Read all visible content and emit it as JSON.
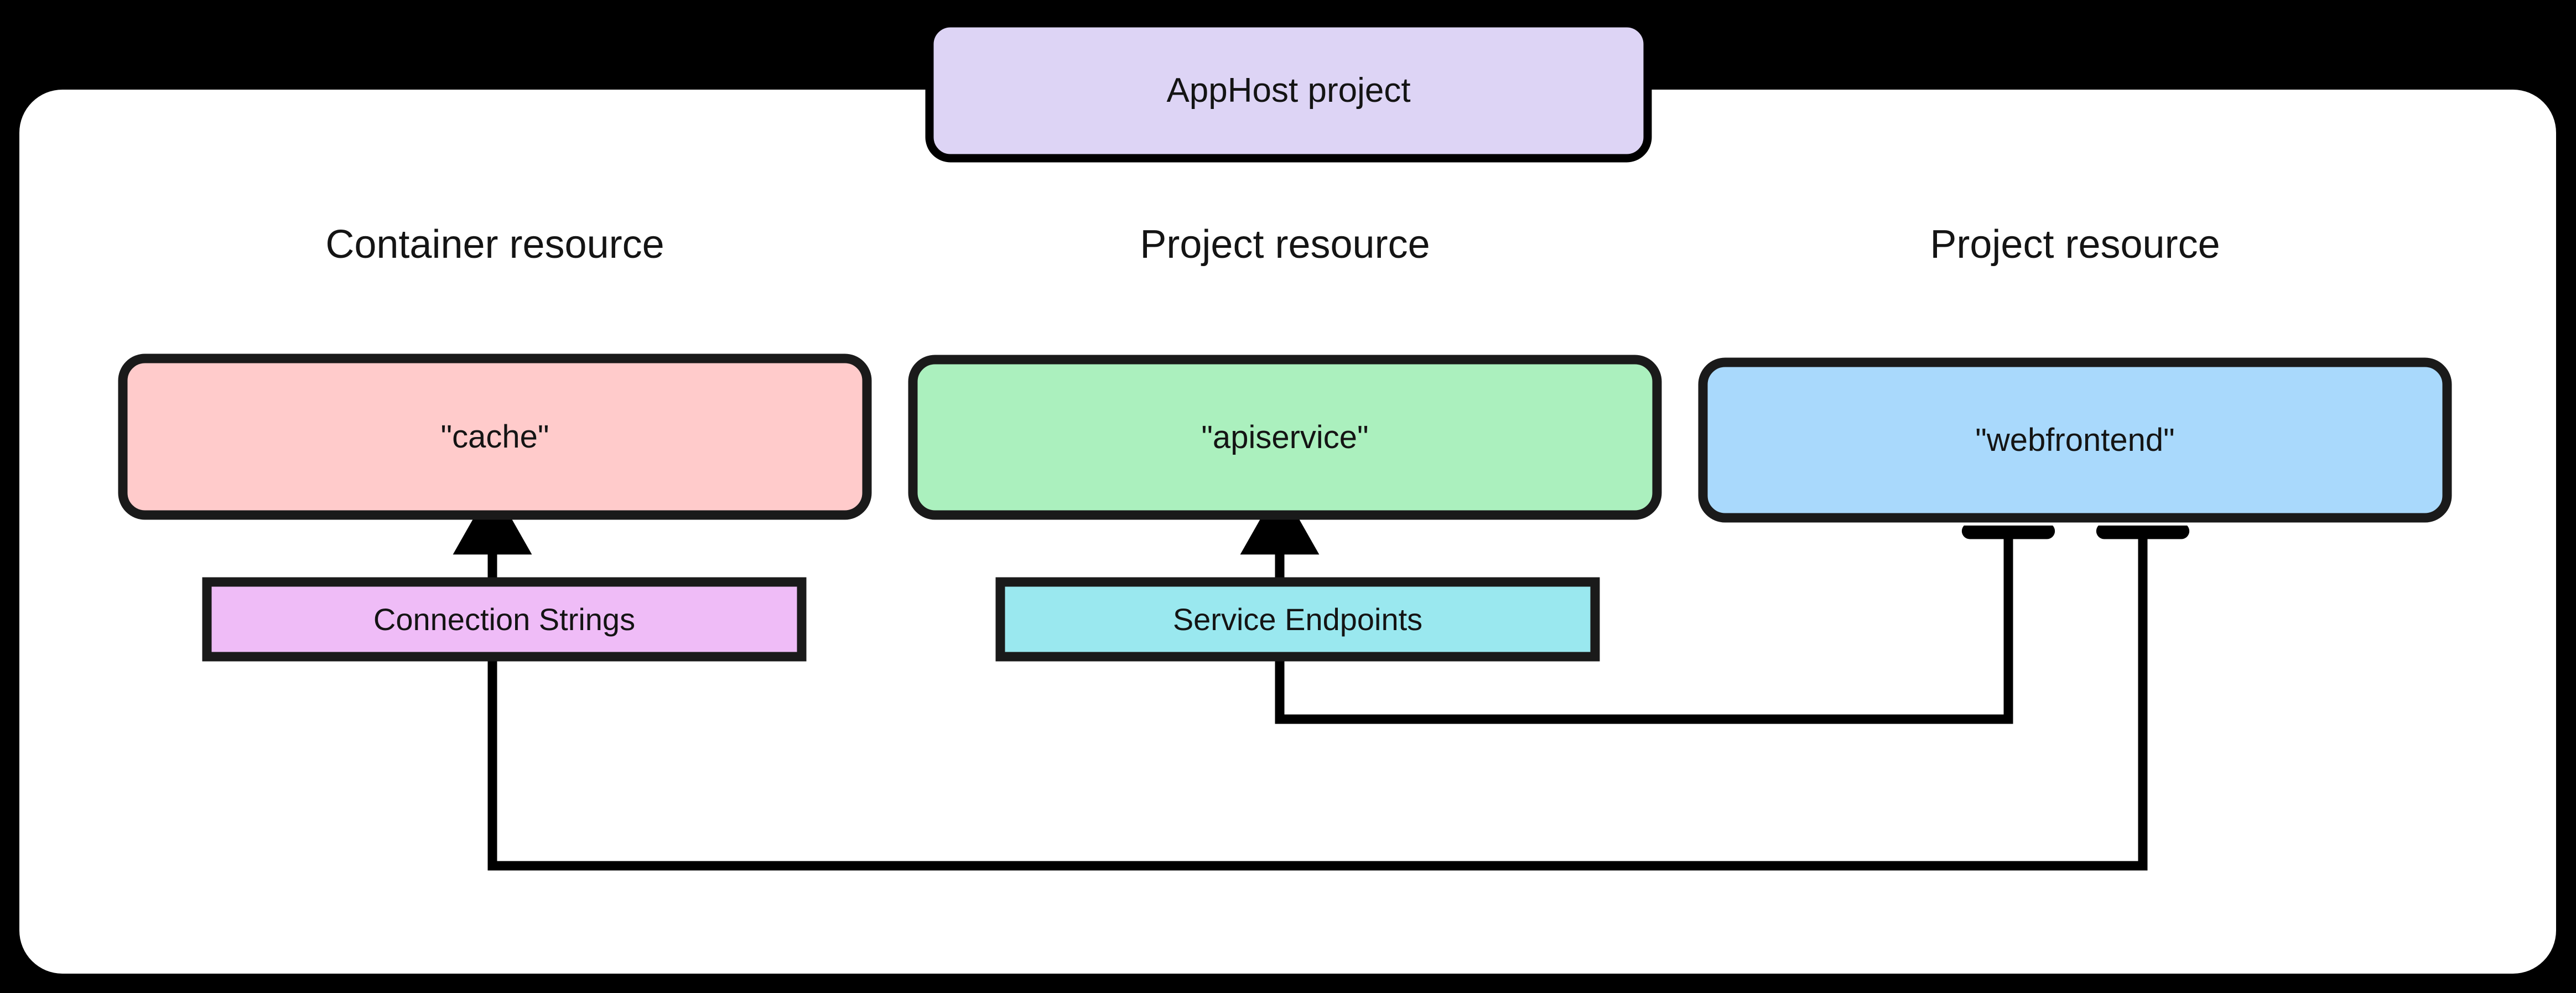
{
  "diagram": {
    "title": "AppHost project",
    "background_color": "#000000",
    "surface_color": "#FFFFFF",
    "stroke_color": "#1A1A1A",
    "apphost": {
      "label": "AppHost project",
      "fill": "#DDD4F5"
    },
    "columns": [
      {
        "heading": "Container resource",
        "resource_label": "\"cache\"",
        "fill": "#FFCBCB"
      },
      {
        "heading": "Project resource",
        "resource_label": "\"apiservice\"",
        "fill": "#ABF0BE"
      },
      {
        "heading": "Project resource",
        "resource_label": "\"webfrontend\"",
        "fill": "#A9D9FC"
      }
    ],
    "connectors": [
      {
        "label": "Connection Strings",
        "fill": "#EFBCF7",
        "from": "\"webfrontend\"",
        "to": "\"cache\"",
        "arrow": "arrowhead"
      },
      {
        "label": "Service Endpoints",
        "fill": "#9AE8EF",
        "from": "\"webfrontend\"",
        "to": "\"apiservice\"",
        "arrow": "arrowhead"
      }
    ]
  }
}
